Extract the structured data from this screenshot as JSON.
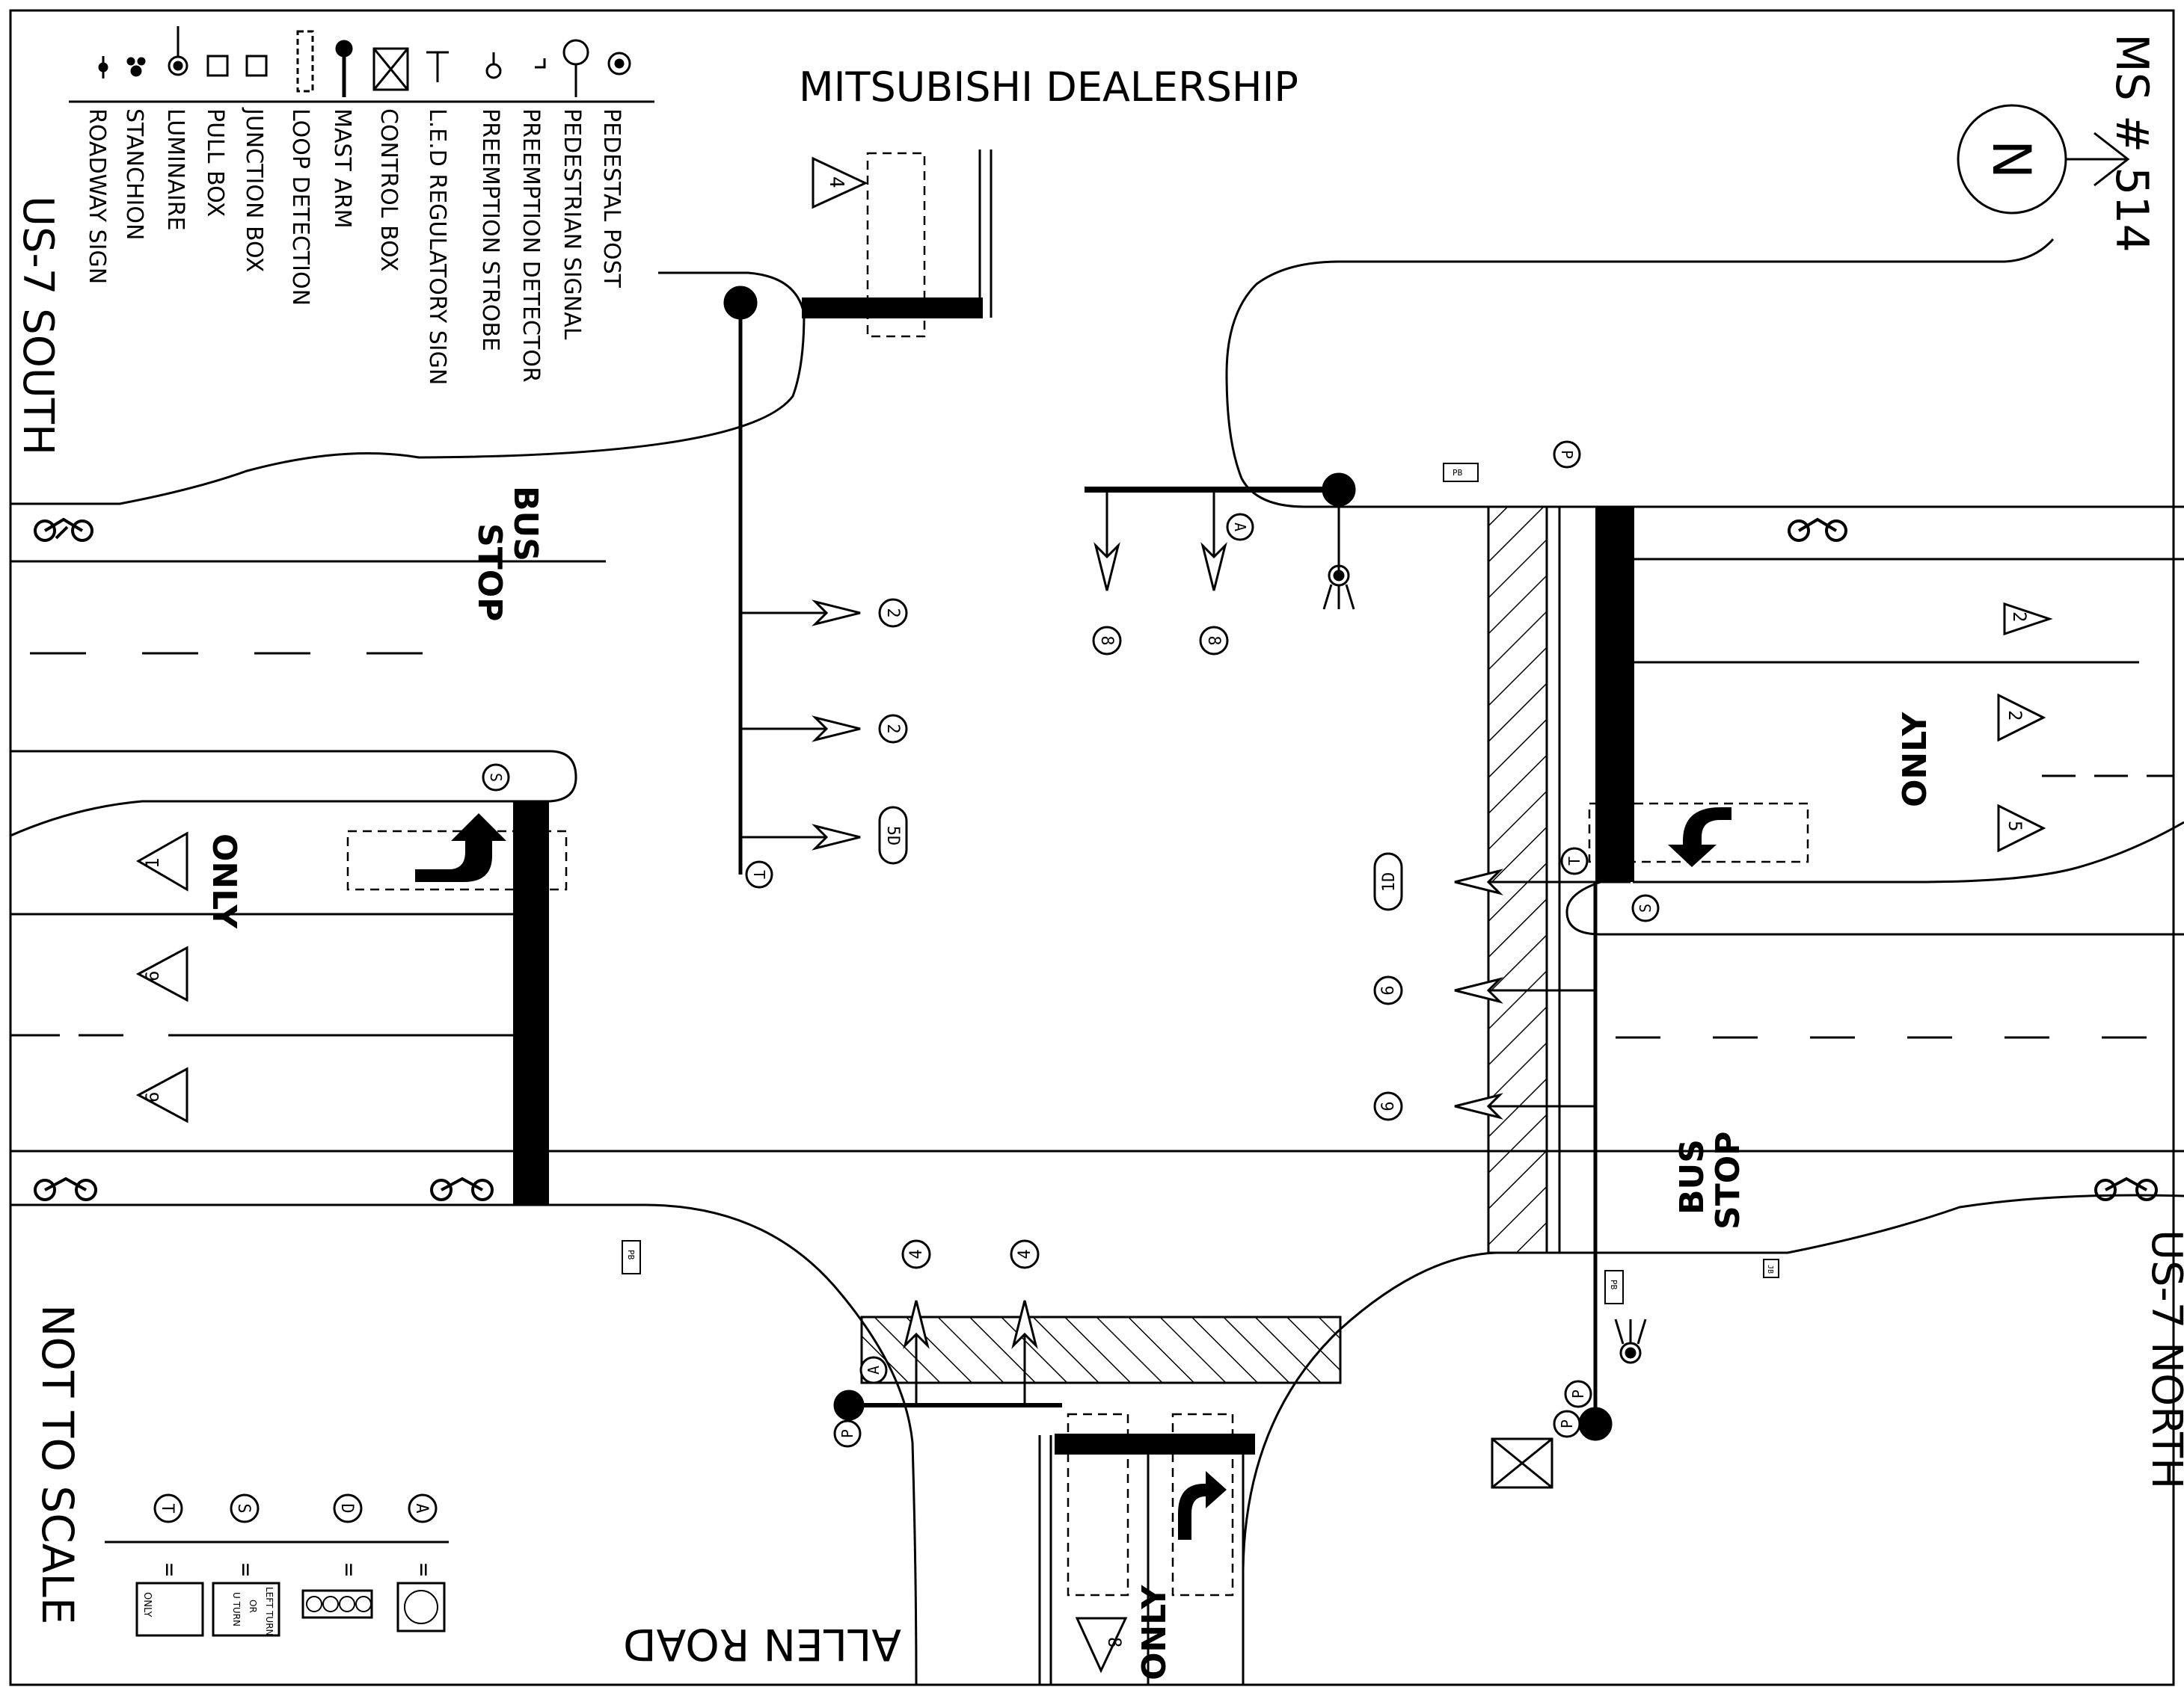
{
  "labels": {
    "dealership": "MITSUBISHI DEALERSHIP",
    "ms_number": "MS # 514",
    "north_letter": "N",
    "road_south": "US-7 SOUTH",
    "road_north": "US-7 NORTH",
    "road_allen": "ALLEN ROAD",
    "not_to_scale": "NOT TO SCALE",
    "stop": "STOP",
    "bus": "BUS",
    "only": "ONLY",
    "pb": "PB",
    "jb": "JB"
  },
  "legend": {
    "items": [
      "PEDESTAL POST",
      "PEDESTRIAN SIGNAL",
      "PREEMPTION DETECTOR",
      "PREEMPTION STROBE",
      "L.E.D REGULATORY SIGN",
      "CONTROL BOX",
      "MAST ARM",
      "LOOP DETECTION",
      "JUNCTION BOX",
      "PULL BOX",
      "LUMINAIRE",
      "STANCHION",
      "ROADWAY SIGN"
    ]
  },
  "sign_key": {
    "letters": [
      "T",
      "S",
      "D",
      "A"
    ],
    "equals": "=",
    "left_turn_or_uturn": [
      "LEFT TURN",
      "OR",
      "U TURN"
    ],
    "only_small": "ONLY"
  },
  "signal_heads": {
    "west_arm": [
      "2",
      "2",
      "5D"
    ],
    "north_arm": [
      "8",
      "8"
    ],
    "east_arm": [
      "1D",
      "6",
      "6"
    ],
    "south_arm": [
      "4",
      "4"
    ],
    "lane_triangles": [
      "4",
      "2",
      "2",
      "5",
      "1",
      "6",
      "6",
      "8"
    ],
    "mast_letters": [
      "T",
      "S",
      "A",
      "P"
    ]
  }
}
